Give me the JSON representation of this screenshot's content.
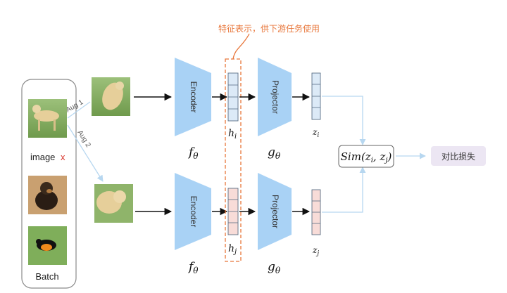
{
  "annotation": {
    "text": "特征表示，供下游任务使用",
    "color": "#e8763a"
  },
  "batch_panel": {
    "image_label": "image",
    "image_mark": "x",
    "footer": "Batch"
  },
  "aug_labels": {
    "aug1": "Aug 1",
    "aug2": "Aug 2"
  },
  "encoder": {
    "label": "Encoder",
    "symbol_base": "f",
    "symbol_sub": "θ"
  },
  "projector": {
    "label": "Projector",
    "symbol_base": "g",
    "symbol_sub": "θ"
  },
  "rep_labels": {
    "h_top_base": "h",
    "h_top_sub": "i",
    "h_bot_base": "h",
    "h_bot_sub": "j",
    "z_top_base": "z",
    "z_top_sub": "i",
    "z_bot_base": "z",
    "z_bot_sub": "j"
  },
  "similarity": {
    "text": "Sim(z",
    "i": "i",
    "sep": ", z",
    "j": "j",
    "close": ")"
  },
  "loss": {
    "label": "对比损失"
  },
  "colors": {
    "block_blue": "#a9d2f5",
    "vec_blue": "#dceaf7",
    "vec_pink": "#f8dcd8",
    "dashed_orange": "#e8763a",
    "arrow_light": "#b7d7f0",
    "loss_bg": "#ece6f3"
  },
  "icons": [
    "dog-photo-icon",
    "puppy-photo-icon",
    "bird-photo-icon",
    "augmented-dog-icon"
  ]
}
